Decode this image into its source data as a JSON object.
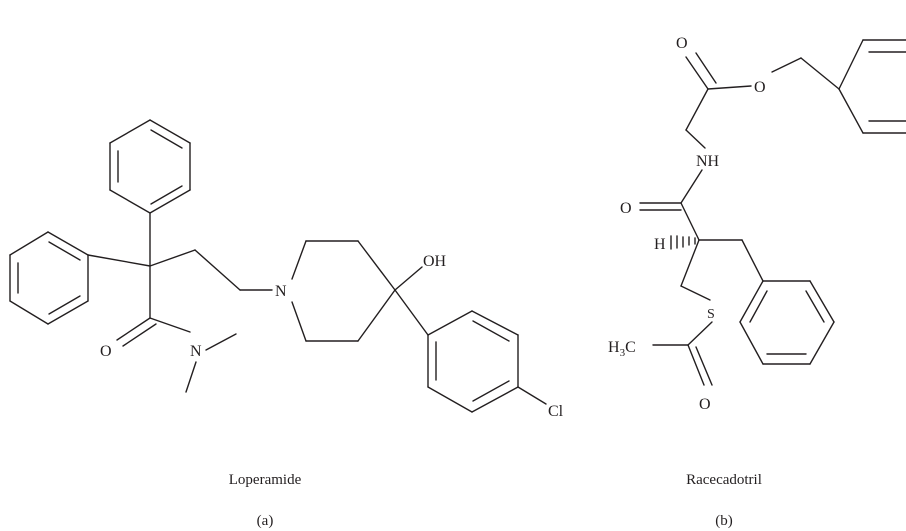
{
  "panels": [
    {
      "name": "Loperamide",
      "label": "(a)",
      "atoms": {
        "oh": "OH",
        "n_ring": "N",
        "n_amide": "N",
        "o_amide": "O",
        "cl": "Cl"
      }
    },
    {
      "name": "Racecadotril",
      "label": "(b)",
      "atoms": {
        "o_ester_carbonyl": "O",
        "o_ester": "O",
        "nh": "NH",
        "o_amide": "O",
        "h": "H",
        "s": "S",
        "h3c_h": "H",
        "h3c_sub": "3",
        "h3c_c": "C",
        "o_thioester": "O"
      }
    }
  ],
  "colors": {
    "ink": "#231f20",
    "background": "#ffffff"
  }
}
